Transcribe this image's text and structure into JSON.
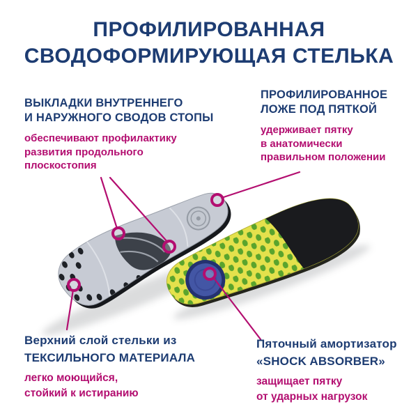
{
  "title": {
    "lines": [
      "ПРОФИЛИРОВАННАЯ",
      "СВОДОФОРМИРУЮЩАЯ СТЕЛЬКА"
    ]
  },
  "callouts": {
    "arch_supports": {
      "heading": [
        "ВЫКЛАДКИ ВНУТРЕННЕГО",
        "И НАРУЖНОГО СВОДОВ СТОПЫ"
      ],
      "desc": [
        "обеспечивают профилактику",
        "развития продольного",
        "плоскостопия"
      ]
    },
    "heel_bed": {
      "heading": [
        "ПРОФИЛИРОВАННОЕ",
        "ЛОЖЕ ПОД ПЯТКОЙ"
      ],
      "desc": [
        "удерживает пятку",
        "в анатомически",
        "правильном положении"
      ]
    },
    "textile_layer": {
      "heading": [
        "Верхний слой стельки из",
        "ТЕКСИЛЬНОГО МАТЕРИАЛА"
      ],
      "desc": [
        "легко моющийся,",
        "стойкий к истиранию"
      ]
    },
    "shock_absorber": {
      "heading": [
        "Пяточный амортизатор",
        "«SHOCK ABSORBER»"
      ],
      "desc": [
        "защищает пятку",
        "от ударных нагрузок"
      ]
    }
  },
  "colors": {
    "heading_blue": "#1d3c72",
    "accent_magenta": "#b30e70",
    "insole_gray": "#c7cbd4",
    "arch_dark": "#3c4149",
    "edge_black": "#16181c",
    "insole_yellow": "#e4e14c",
    "dot_green": "#5aa42d",
    "absorber_blue": "#4356a5",
    "absorber_ring": "#24316f",
    "background": "#ffffff"
  }
}
